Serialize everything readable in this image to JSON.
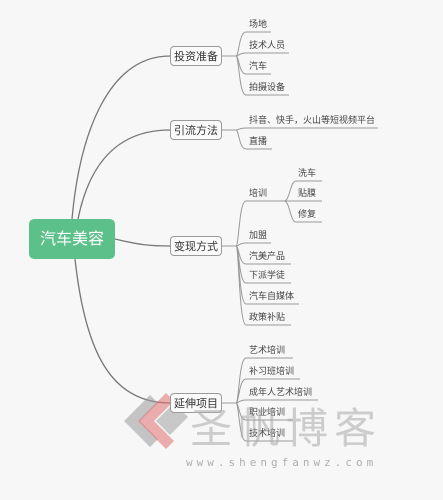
{
  "root": {
    "label": "汽车美容"
  },
  "branches": [
    {
      "label": "投资准备",
      "children": [
        {
          "label": "场地"
        },
        {
          "label": "技术人员"
        },
        {
          "label": "汽车"
        },
        {
          "label": "拍摄设备"
        }
      ]
    },
    {
      "label": "引流方法",
      "children": [
        {
          "label": "抖音、快手，火山等短视频平台"
        },
        {
          "label": "直播"
        }
      ]
    },
    {
      "label": "变现方式",
      "children": [
        {
          "label": "培训",
          "children": [
            {
              "label": "洗车"
            },
            {
              "label": "贴膜"
            },
            {
              "label": "修复"
            }
          ]
        },
        {
          "label": "加盟"
        },
        {
          "label": "汽美产品"
        },
        {
          "label": "下派学徒"
        },
        {
          "label": "汽车自媒体"
        },
        {
          "label": "政策补贴"
        }
      ]
    },
    {
      "label": "延伸项目",
      "children": [
        {
          "label": "艺术培训"
        },
        {
          "label": "补习班培训"
        },
        {
          "label": "成年人艺术培训"
        },
        {
          "label": "职业培训"
        },
        {
          "label": "技术培训"
        }
      ]
    }
  ],
  "watermark": {
    "text": "圣帆博客",
    "url": "www.shengfanwz.com"
  },
  "colors": {
    "root": "#5cc08a",
    "line": "#777777",
    "leaf_line": "#999999",
    "watermark_red": "#e07070",
    "watermark_gray": "#9a9a9a"
  }
}
